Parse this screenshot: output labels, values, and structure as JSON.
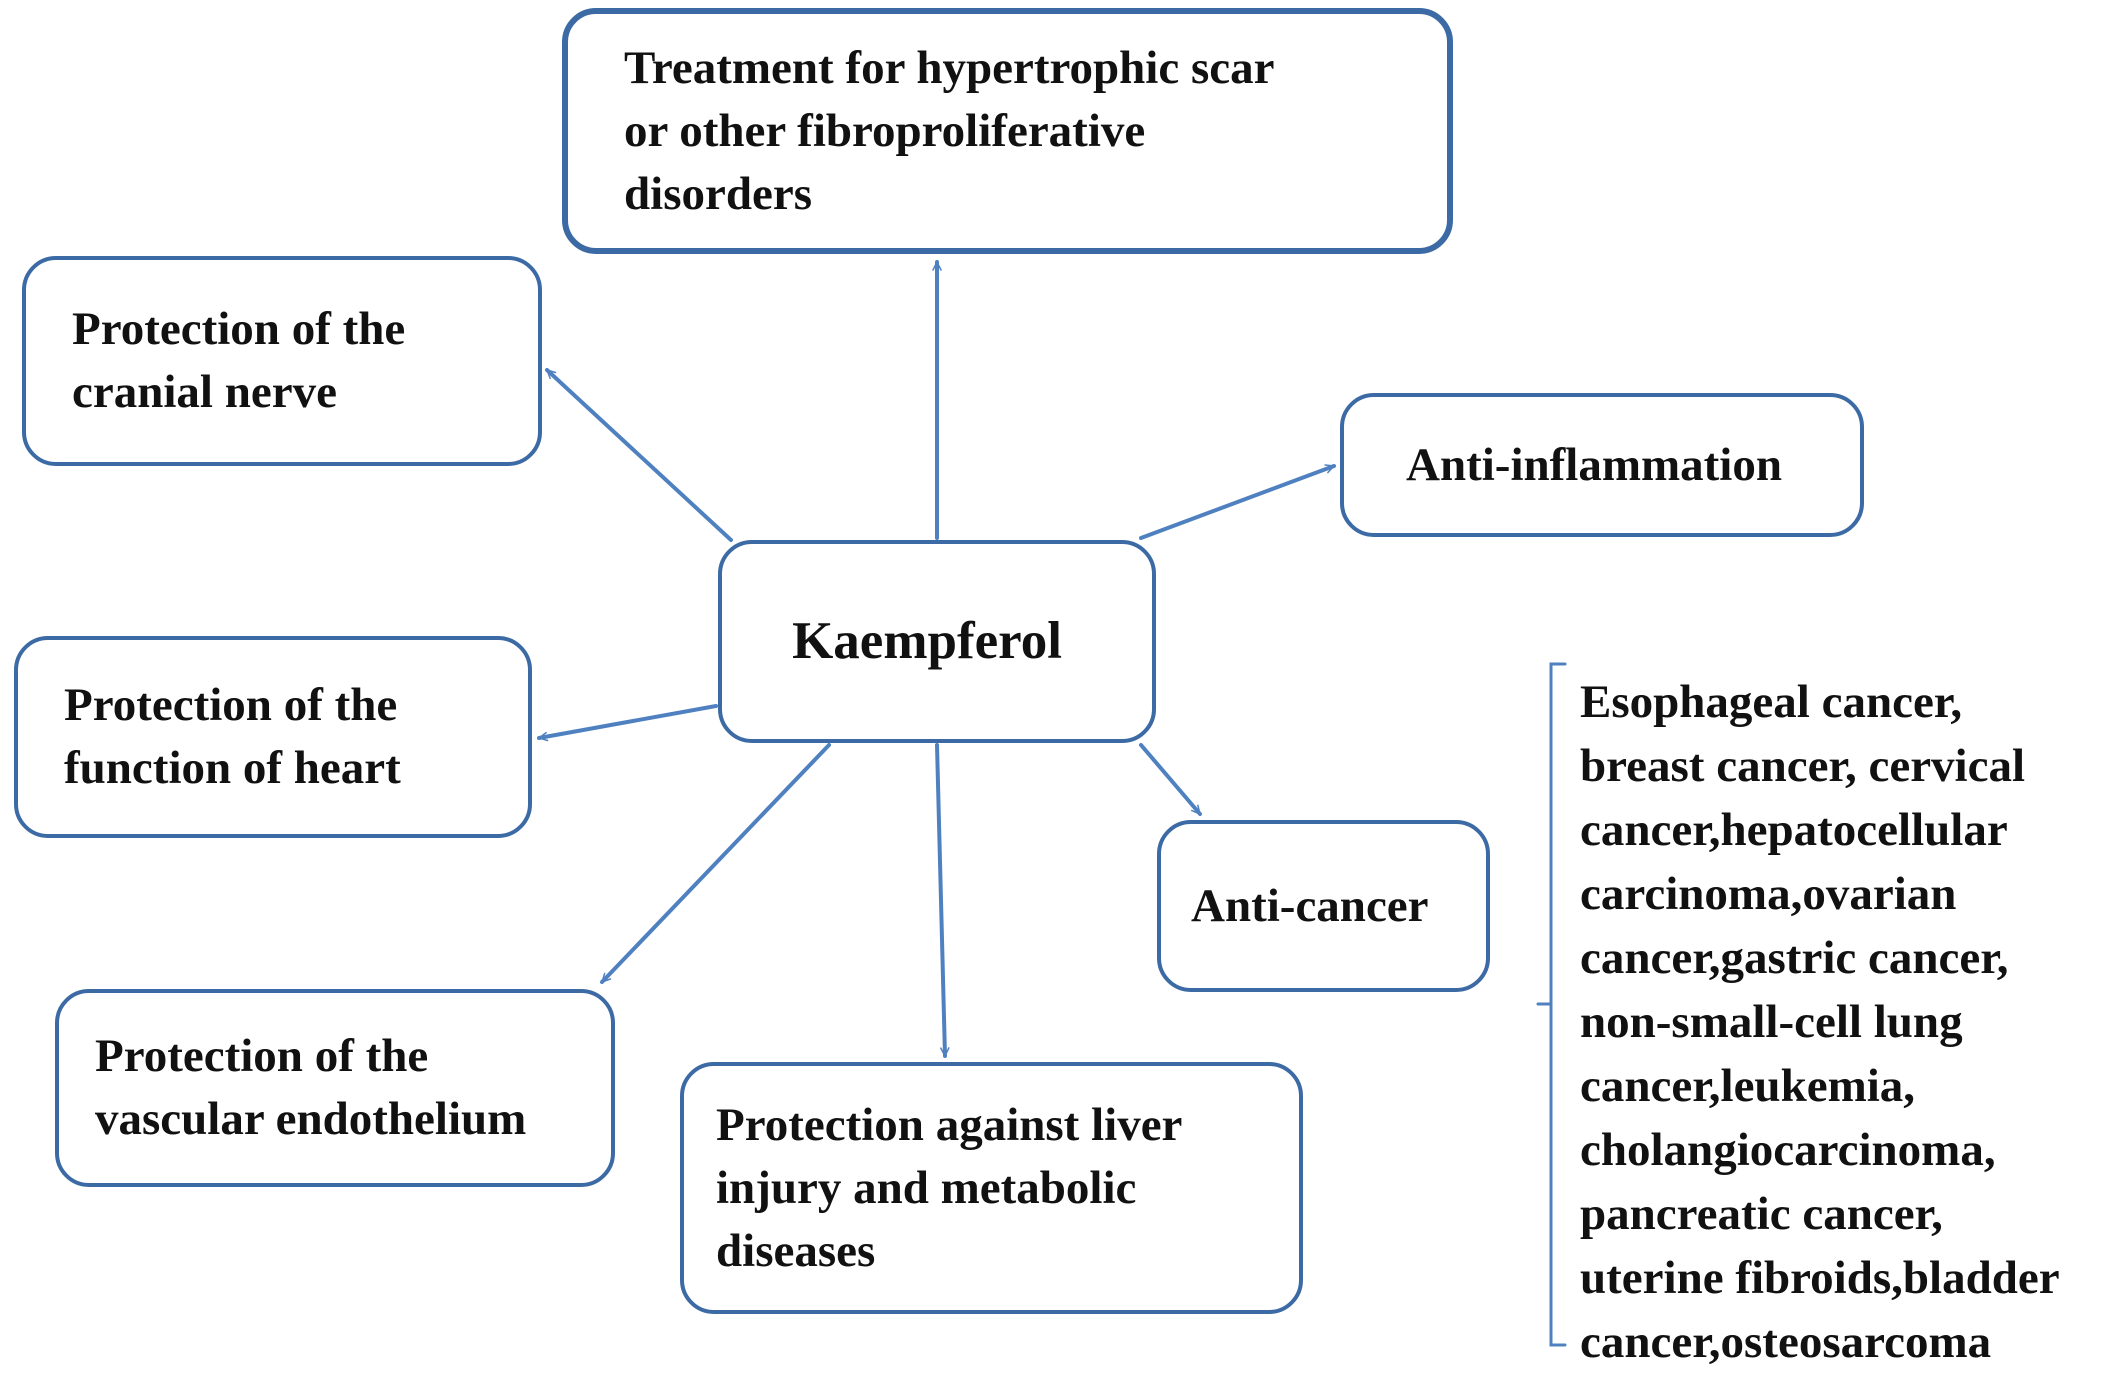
{
  "colors": {
    "border": "#3c6aa5",
    "arrow": "#4f81c0",
    "text": "#111111",
    "background": "#ffffff"
  },
  "nodes": {
    "center": "Kaempferol",
    "treatment": "Treatment for hypertrophic scar\nor other fibroproliferative\ndisorders",
    "cranial": "Protection of the\ncranial nerve",
    "anti_inflammation": "Anti-inflammation",
    "heart": "Protection of the\nfunction of heart",
    "anti_cancer": "Anti-cancer",
    "vascular": "Protection of the\nvascular endothelium",
    "liver": "Protection against liver\ninjury and metabolic\ndiseases"
  },
  "cancer_list": "Esophageal cancer,\nbreast cancer, cervical\ncancer,hepatocellular\ncarcinoma,ovarian\ncancer,gastric cancer,\nnon-small-cell lung\ncancer,leukemia,\ncholangiocarcinoma,\npancreatic cancer,\nuterine fibroids,bladder\ncancer,osteosarcoma"
}
